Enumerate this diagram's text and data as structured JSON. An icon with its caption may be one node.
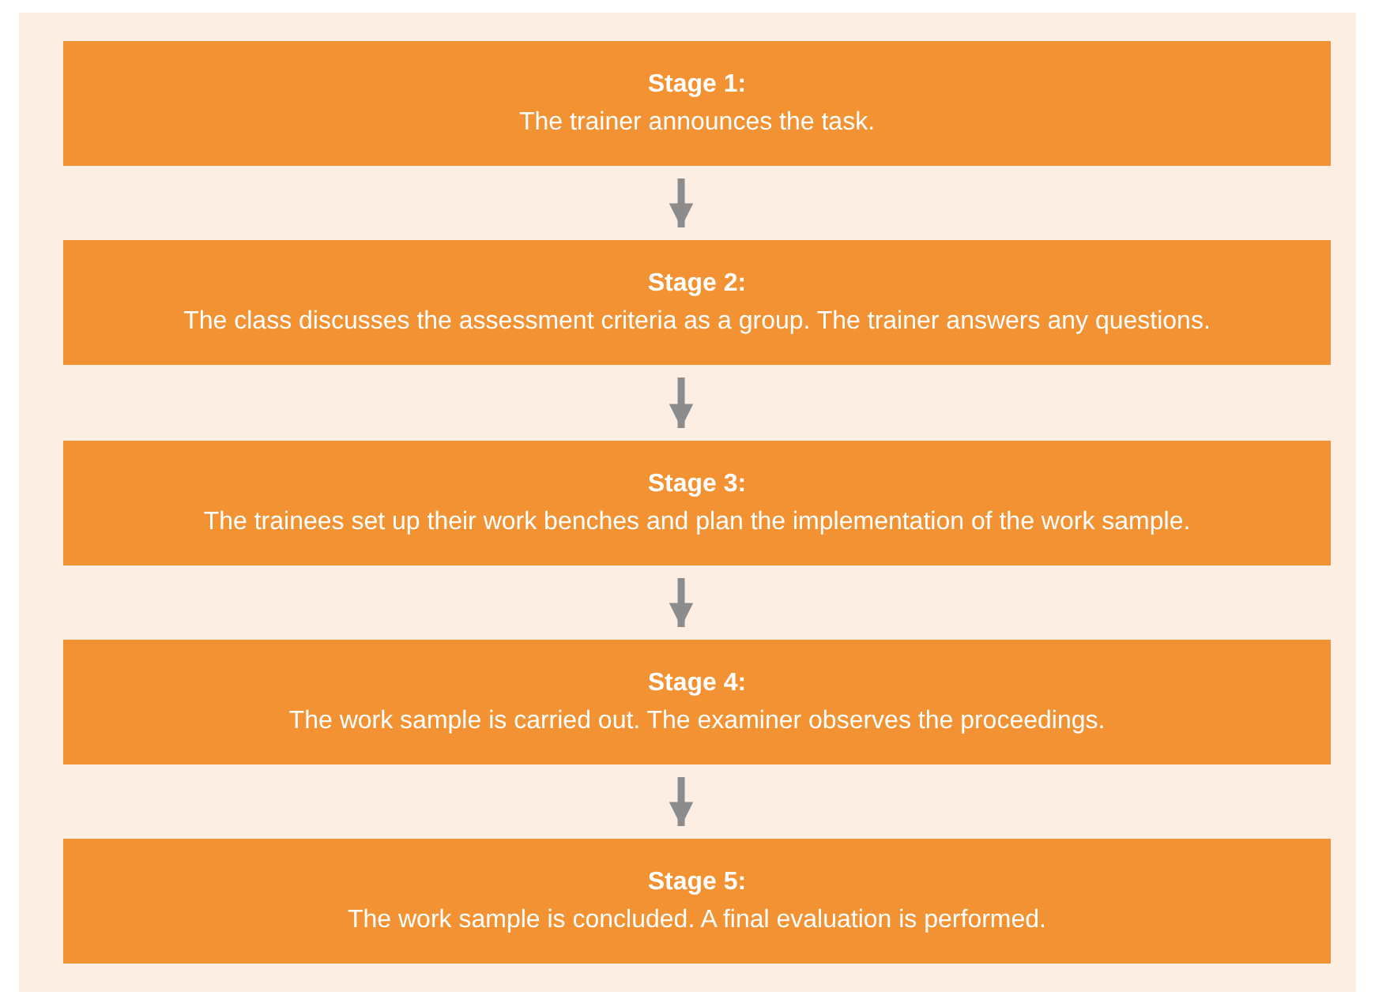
{
  "diagram": {
    "nodes": [
      {
        "text": [
          "Stage 1:",
          "The trainer announces the task."
        ]
      },
      {
        "text": [
          "Stage 2:",
          "The class discusses the assessment criteria as a group. The trainer answers any questions."
        ]
      },
      {
        "text": [
          "Stage 3:",
          "The trainees set up their work benches and plan the implementation of the work sample."
        ]
      },
      {
        "text": [
          "Stage 4:",
          "The work sample is carried out. The examiner observes the proceedings."
        ]
      },
      {
        "text": [
          "Stage 5:",
          "The work sample is concluded. A final evaluation is performed."
        ]
      }
    ],
    "edges": [
      {
        "from": 0,
        "to": 1,
        "arrow": "to"
      },
      {
        "from": 1,
        "to": 2,
        "arrow": "to"
      },
      {
        "from": 2,
        "to": 3,
        "arrow": "to"
      },
      {
        "from": 3,
        "to": 4,
        "arrow": "to"
      }
    ]
  }
}
